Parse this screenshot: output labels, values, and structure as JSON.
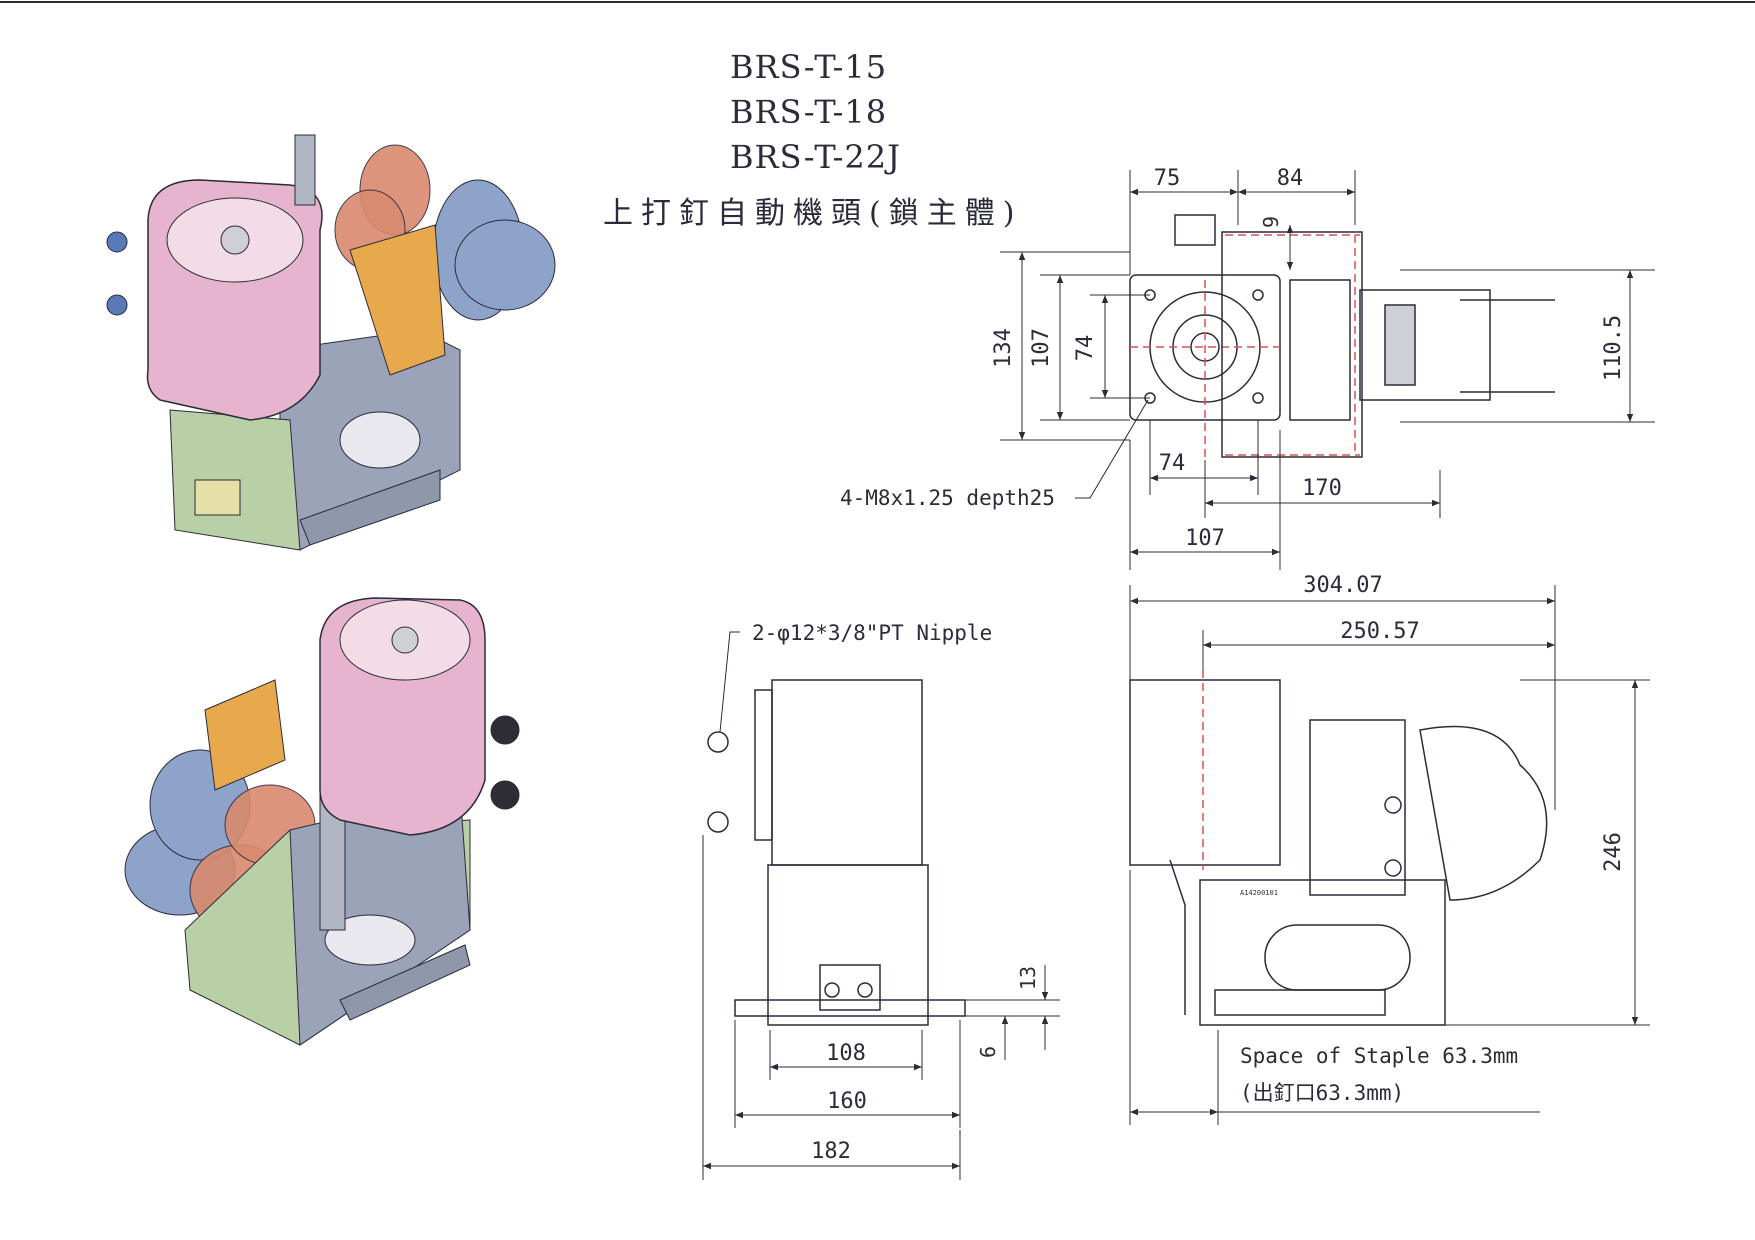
{
  "title": {
    "models": [
      "BRS-T-15",
      "BRS-T-18",
      "BRS-T-22J"
    ],
    "subtitle": "上打釘自動機頭(鎖主體)"
  },
  "top_view": {
    "dims": {
      "d75": "75",
      "d84": "84",
      "d9": "9",
      "d134": "134",
      "d107v": "107",
      "d74v": "74",
      "d110_5": "110.5",
      "d74h": "74",
      "d170": "170",
      "d107h": "107"
    },
    "callout": "4-M8x1.25 depth25"
  },
  "front_view": {
    "callout": "2-φ12*3/8\"PT Nipple",
    "dims": {
      "d108": "108",
      "d160": "160",
      "d182": "182",
      "d13": "13",
      "d6": "6"
    }
  },
  "side_view": {
    "dims": {
      "d304_07": "304.07",
      "d250_57": "250.57",
      "d246": "246"
    },
    "staple_note": "Space of Staple 63.3mm",
    "staple_note_cn": "(出釘口63.3mm)",
    "plate_label": "A14200101"
  },
  "colors": {
    "line": "#2b2b3a",
    "hidden": "#d9534f",
    "cylinder_pink": "#e6b4cc",
    "base_green": "#b9cfa5",
    "frame_gray": "#9aa3b8",
    "bracket_orange": "#e8a84c",
    "disc_blue": "#8ea3c9",
    "disc_red": "#d98a6e"
  }
}
